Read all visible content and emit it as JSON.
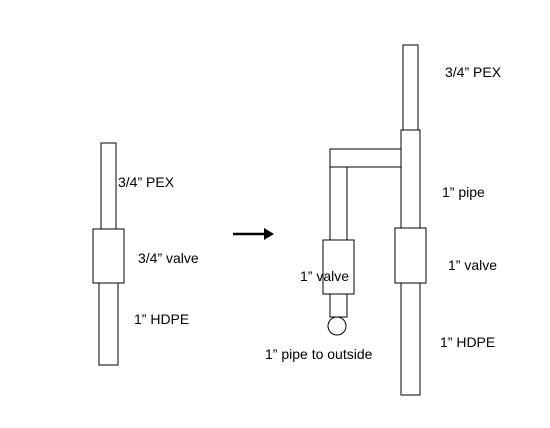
{
  "labels": {
    "left_pex": "3/4” PEX",
    "left_valve": "3/4” valve",
    "left_hdpe": "1” HDPE",
    "right_pex": "3/4” PEX",
    "right_pipe": "1” pipe",
    "right_valve": "1” valve",
    "right_hdpe": "1” HDPE",
    "branch_valve": "1” valve",
    "pipe_to_outside": "1” pipe to outside"
  },
  "colors": {
    "line": "#000000",
    "fill": "#ffffff"
  },
  "icons": {
    "arrow": "right-arrow"
  }
}
